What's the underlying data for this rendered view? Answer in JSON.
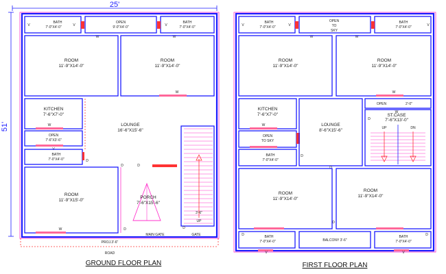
{
  "dimensions": {
    "width": "25'",
    "length": "51'"
  },
  "ground": {
    "title": "GROUND FLOOR PLAN",
    "bath_left": {
      "name": "BATH",
      "size": "7'-0\"X4'-0\""
    },
    "open_top": {
      "name": "OPEN",
      "size": "9'-0\"X4'-0\""
    },
    "bath_right": {
      "name": "BATH",
      "size": "7'-0\"X4'-0\""
    },
    "room_left": {
      "name": "ROOM",
      "size": "11'-9\"X14'-0\""
    },
    "room_right": {
      "name": "ROOM",
      "size": "11'-9\"X14'-0\""
    },
    "kitchen": {
      "name": "KITCHEN",
      "size": "7'-6\"X7'-0\""
    },
    "lounge": {
      "name": "LOUNGE",
      "size": "16'-6\"X15'-6\""
    },
    "open_mid": {
      "name": "OPEN",
      "size": "7'-6\"X3'-6\""
    },
    "bath_mid": {
      "name": "BATH",
      "size": "7'-0\"X4'-0\""
    },
    "room_bottom": {
      "name": "ROOM",
      "size": "11'-9\"X15'-0\""
    },
    "porch": {
      "name": "PORCH",
      "size": "7'-6\"X15'-6\""
    },
    "stair_label": "3'-6\"",
    "stair_up": "UP",
    "main_gate": "MAIN GATE",
    "gate": "GATE",
    "proj": "PROJ.3'-6\"",
    "road": "ROAD"
  },
  "first": {
    "title": "FIRST FLOOR PLAN",
    "bath_left": {
      "name": "BATH",
      "size": "7'-0\"X4'-0\""
    },
    "open_top": {
      "name": "OPEN",
      "line2": "TO",
      "line3": "SKY"
    },
    "bath_right": {
      "name": "BATH",
      "size": "7'-0\"X4'-0\""
    },
    "room_left": {
      "name": "ROOM",
      "size": "11'-9\"X14'-0\""
    },
    "room_right": {
      "name": "ROOM",
      "size": "11'-9\"X14'-0\""
    },
    "kitchen": {
      "name": "KITCHEN",
      "size": "7'-6\"X7'-0\""
    },
    "lounge": {
      "name": "LOUNGE",
      "size": "8'-6\"X15'-6\""
    },
    "open_stair": {
      "name": "OPEN",
      "size": "2'-0\""
    },
    "stcase": {
      "name": "ST.CASE",
      "size": "7'-6\"X13'-0\""
    },
    "up": "UP",
    "dn": "DN",
    "open_sky": {
      "name": "OPEN",
      "line2": "TO SKY"
    },
    "bath_mid": {
      "name": "BATH",
      "size": "7'-0\"X4'-0\""
    },
    "room_bl": {
      "name": "ROOM",
      "size": "11'-9\"X14'-0\""
    },
    "room_br": {
      "name": "ROOM",
      "size": "11'-9\"X14'-0\""
    },
    "bath_bl": {
      "name": "BATH",
      "size": "7'-0\"X4'-0\""
    },
    "balcony": "BALCONY  3'-6\"",
    "bath_br": {
      "name": "BATH",
      "size": "7'-0\"X4'-0\""
    }
  },
  "marks": {
    "w": "W",
    "v": "V",
    "d": "D"
  },
  "colors": {
    "wall": "#1a1aff",
    "door": "#ff3333",
    "window": "#ff6699",
    "accent": "#ff33cc"
  }
}
